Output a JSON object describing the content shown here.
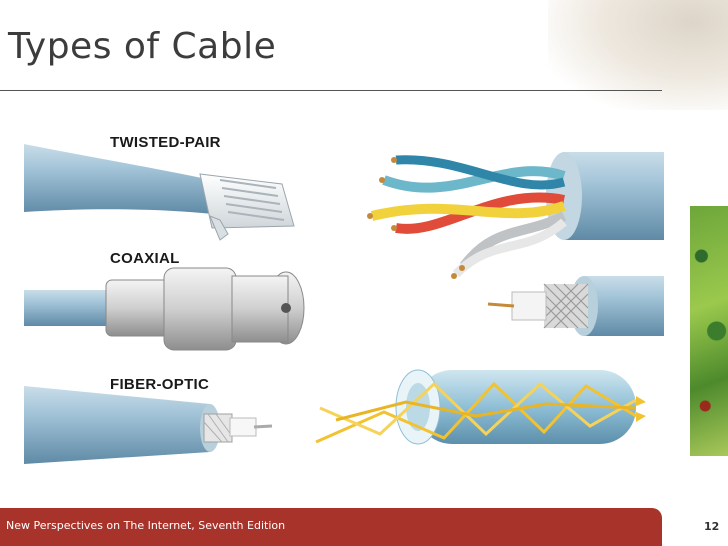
{
  "slide": {
    "title": "Types of Cable",
    "page_number": "12"
  },
  "figure": {
    "labels": {
      "twisted_pair": "TWISTED-PAIR",
      "coaxial": "COAXIAL",
      "fiber_optic": "FIBER-OPTIC"
    }
  },
  "footer": {
    "text": "New Perspectives on The Internet, Seventh Edition"
  },
  "colors": {
    "footer_bg": "#a8332b",
    "cable_blue": "#8fb6cd",
    "title": "#3c3c3c"
  }
}
